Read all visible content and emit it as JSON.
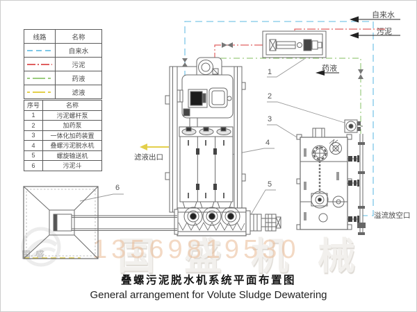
{
  "legend_lines": {
    "headers": [
      "线路",
      "名称"
    ],
    "rows": [
      {
        "name": "自来水",
        "color": "#7cc7e8",
        "style": "dashed"
      },
      {
        "name": "污泥",
        "color": "#e06060",
        "style": "dash-dot"
      },
      {
        "name": "药液",
        "color": "#9acb7e",
        "style": "dash-solid"
      },
      {
        "name": "滤液",
        "color": "#e3cf4a",
        "style": "dash-solid"
      }
    ]
  },
  "legend_items": {
    "headers": [
      "序号",
      "名称"
    ],
    "rows": [
      {
        "no": "1",
        "name": "污泥螺杆泵"
      },
      {
        "no": "2",
        "name": "加药泵"
      },
      {
        "no": "3",
        "name": "一体化加药装置"
      },
      {
        "no": "4",
        "name": "叠螺污泥脱水机"
      },
      {
        "no": "5",
        "name": "螺旋输送机"
      },
      {
        "no": "6",
        "name": "污泥斗"
      }
    ]
  },
  "flow_labels": {
    "tap_water": "自来水",
    "sludge": "污泥",
    "chemical": "药液",
    "filtrate_outlet": "滤液出口",
    "overflow_vent": "溢流放空口"
  },
  "title": {
    "zh": "叠螺污泥脱水机系统平面布置图",
    "en": "General arrangement for Volute Sludge Dewatering"
  },
  "watermark": {
    "brand": "国盛机械",
    "phone": "13569819530",
    "brand_small": "国盛"
  },
  "colors": {
    "pipe_tap_water": "#7cc7e8",
    "pipe_sludge": "#e06060",
    "pipe_chemical": "#9acb7e",
    "pipe_filtrate": "#e3cf4a",
    "line_art": "#6a6a6a"
  }
}
